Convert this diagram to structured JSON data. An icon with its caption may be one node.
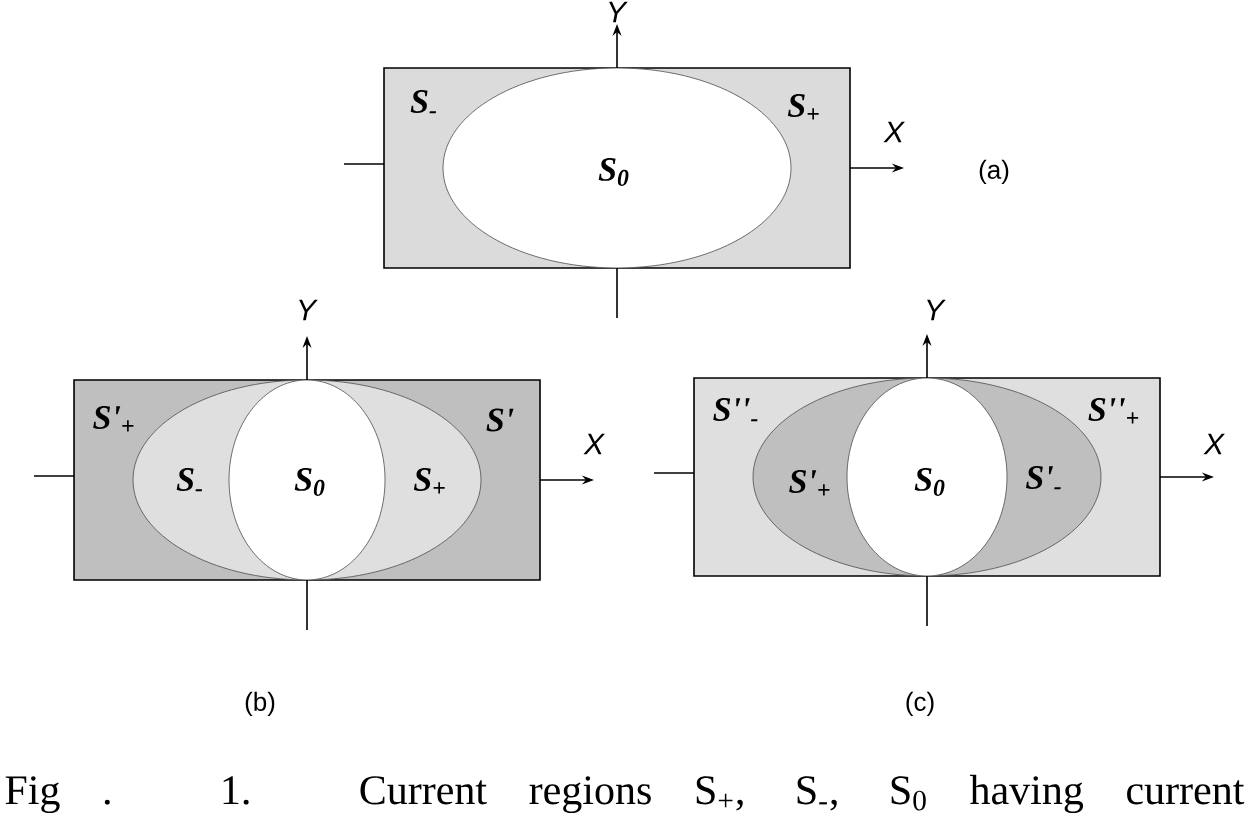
{
  "diagram": {
    "caption": "Fig . 1.  Current regions S$_{+}$, S$_{-}$, S$_{0}$ having current",
    "labels": [
      "Y",
      "S$_{-}$",
      "S$_{+}$",
      "X",
      "S$_{0}$",
      "(a)",
      "Y",
      "S'$_{+}$",
      "S'",
      "X",
      "S$_{-}$",
      "S$_{0}$",
      "S$_{+}$",
      "(b)",
      "Y",
      "S''$_{-}$",
      "S''$_{+}$",
      "X",
      "S'$_{+}$",
      "S$_{0}$",
      "S'$_{-}$",
      "(c)"
    ]
  }
}
